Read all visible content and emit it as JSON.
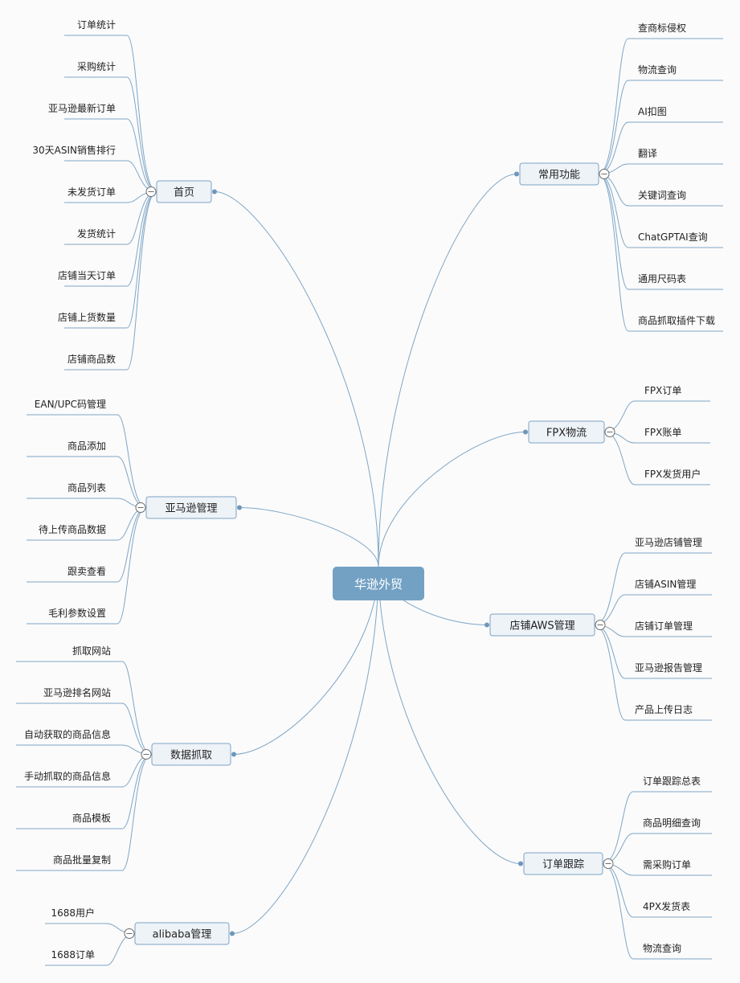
{
  "root": {
    "label": "华逊外贸",
    "color": "#73a1c4"
  },
  "colors": {
    "line": "#7fa6c6",
    "branch_fill": "#eef3f8",
    "branch_stroke": "#7ea3c4"
  },
  "branches": [
    {
      "key": "home",
      "label": "首页",
      "items": [
        "订单统计",
        "采购统计",
        "亚马逊最新订单",
        "30天ASIN销售排行",
        "未发货订单",
        "发货统计",
        "店铺当天订单",
        "店铺上货数量",
        "店铺商品数"
      ]
    },
    {
      "key": "amazon",
      "label": "亚马逊管理",
      "items": [
        "EAN/UPC码管理",
        "商品添加",
        "商品列表",
        "待上传商品数据",
        "跟卖查看",
        "毛利参数设置"
      ]
    },
    {
      "key": "scrape",
      "label": "数据抓取",
      "items": [
        "抓取网站",
        "亚马逊排名网站",
        "自动获取的商品信息",
        "手动抓取的商品信息",
        "商品模板",
        "商品批量复制"
      ]
    },
    {
      "key": "alibaba",
      "label": "alibaba管理",
      "items": [
        "1688用户",
        "1688订单"
      ]
    },
    {
      "key": "common",
      "label": "常用功能",
      "items": [
        "查商标侵权",
        "物流查询",
        "AI扣图",
        "翻译",
        "关键词查询",
        "ChatGPTAI查询",
        "通用尺码表",
        "商品抓取插件下载"
      ]
    },
    {
      "key": "fpx",
      "label": "FPX物流",
      "items": [
        "FPX订单",
        "FPX账单",
        "FPX发货用户"
      ]
    },
    {
      "key": "aws",
      "label": "店铺AWS管理",
      "items": [
        "亚马逊店铺管理",
        "店铺ASIN管理",
        "店铺订单管理",
        "亚马逊报告管理",
        "产品上传日志"
      ]
    },
    {
      "key": "track",
      "label": "订单跟踪",
      "items": [
        "订单跟踪总表",
        "商品明细查询",
        "需采购订单",
        "4PX发货表",
        "物流查询"
      ]
    }
  ]
}
